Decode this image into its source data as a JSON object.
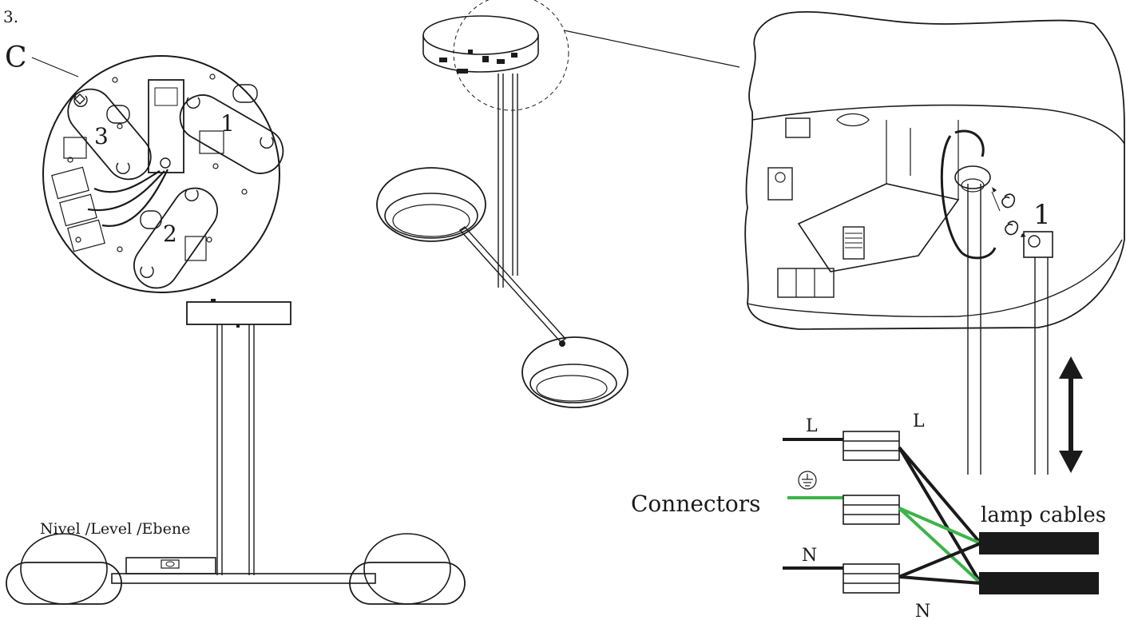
{
  "step_number": "3.",
  "plate_label": "C",
  "plate_numbers": [
    "1",
    "2",
    "3"
  ],
  "detail_number": "1",
  "level_label": "Nivel /Level /Ebene",
  "connectors_label": "Connectors",
  "lamp_cables_label": "lamp cables",
  "wire_labels": {
    "left_top": "L",
    "right_top": "L",
    "left_bottom": "N",
    "right_bottom": "N"
  },
  "colors": {
    "line": "#1a1a1a",
    "earth_wire": "#3cb44b"
  },
  "icons": [
    "ground-symbol-icon",
    "double-arrow-icon",
    "screw-icon"
  ]
}
